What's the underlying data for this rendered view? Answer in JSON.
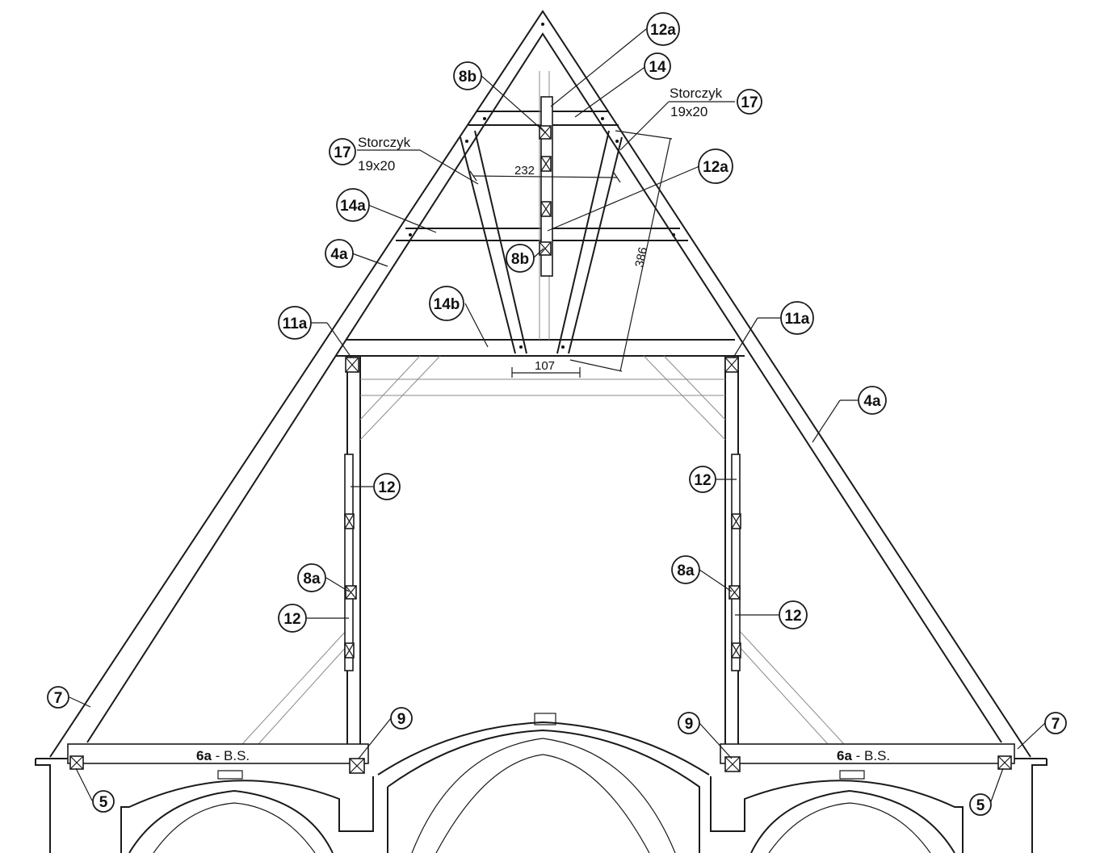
{
  "callouts": {
    "c12a_top": "12a",
    "c8b_top": "8b",
    "c14": "14",
    "c17_right": "17",
    "c17_left": "17",
    "c12a_mid": "12a",
    "c14a": "14a",
    "c8b_mid": "8b",
    "c4a_left": "4a",
    "c14b": "14b",
    "c11a_left": "11a",
    "c11a_right": "11a",
    "c4a_right": "4a",
    "c12_left_upper": "12",
    "c12_right_upper": "12",
    "c8a_left": "8a",
    "c8a_right": "8a",
    "c12_left_lower": "12",
    "c12_right_lower": "12",
    "c7_left": "7",
    "c7_right": "7",
    "c9_left": "9",
    "c9_right": "9",
    "c5_left": "5",
    "c5_right": "5"
  },
  "labels": {
    "storczyk_left": "Storczyk",
    "storczyk_left_size": "19x20",
    "storczyk_right": "Storczyk",
    "storczyk_right_size": "19x20"
  },
  "dimensions": {
    "top_width": "232",
    "bottom_width": "107",
    "diagonal": "386"
  },
  "beams": {
    "left_bold": "6a",
    "left_rest": " - B.S.",
    "right_bold": "6a",
    "right_rest": " - B.S."
  }
}
